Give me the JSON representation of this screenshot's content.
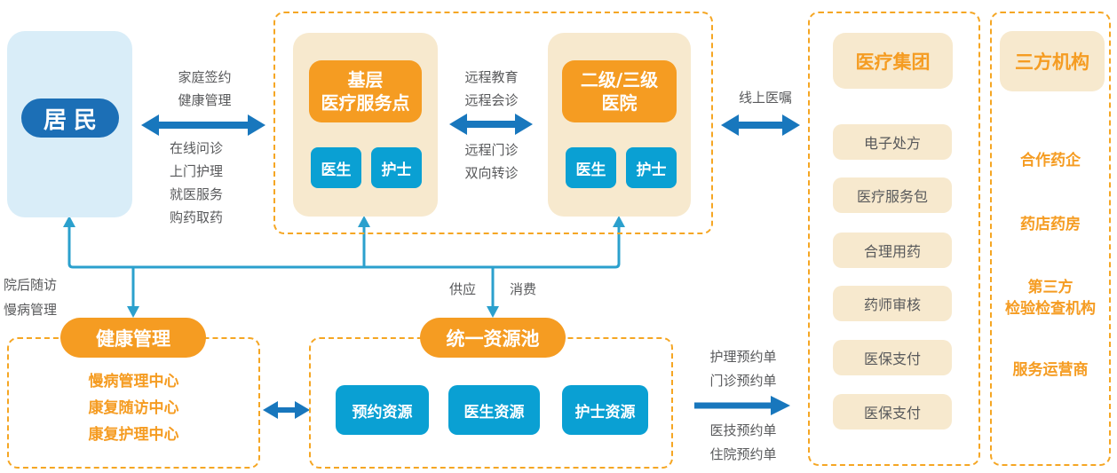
{
  "colors": {
    "light-blue": "#D9EDF8",
    "dark-blue": "#1C6FB6",
    "cyan": "#0AA0D3",
    "orange": "#F59C22",
    "cream": "#F7E9CE",
    "dash": "#F5A623",
    "big-arrow": "#1877BD",
    "connector": "#2BA0CD",
    "gray-text": "#58595B"
  },
  "residents": {
    "label": "居民"
  },
  "network": {
    "primary": {
      "title": "基层\n医疗服务点",
      "doctor": "医生",
      "nurse": "护士"
    },
    "hospital": {
      "title": "二级/三级\n医院",
      "doctor": "医生",
      "nurse": "护士"
    }
  },
  "edge_labels": {
    "resident_top": "家庭签约\n健康管理",
    "resident_bottom": "在线问诊\n上门护理\n就医服务\n购药取药",
    "remote_top": "远程教育\n远程会诊",
    "remote_bottom": "远程门诊\n双向转诊",
    "online_order": "线上医嘱",
    "post_discharge": "院后随访\n慢病管理",
    "supply": "供应",
    "consume": "消费",
    "pool_out_top": "护理预约单\n门诊预约单",
    "pool_out_bottom": "医技预约单\n住院预约单"
  },
  "medical_group": {
    "title": "医疗集团",
    "items": [
      "电子处方",
      "医疗服务包",
      "合理用药",
      "药师审核",
      "医保支付",
      "医保支付"
    ]
  },
  "third_party": {
    "title": "三方机构",
    "items": [
      "合作药企",
      "药店药房",
      "第三方\n检验检查机构",
      "服务运营商"
    ]
  },
  "health_mgmt": {
    "title": "健康管理",
    "items": "慢病管理中心\n康复随访中心\n康复护理中心"
  },
  "resource_pool": {
    "title": "统一资源池",
    "items": [
      "预约资源",
      "医生资源",
      "护士资源"
    ]
  }
}
